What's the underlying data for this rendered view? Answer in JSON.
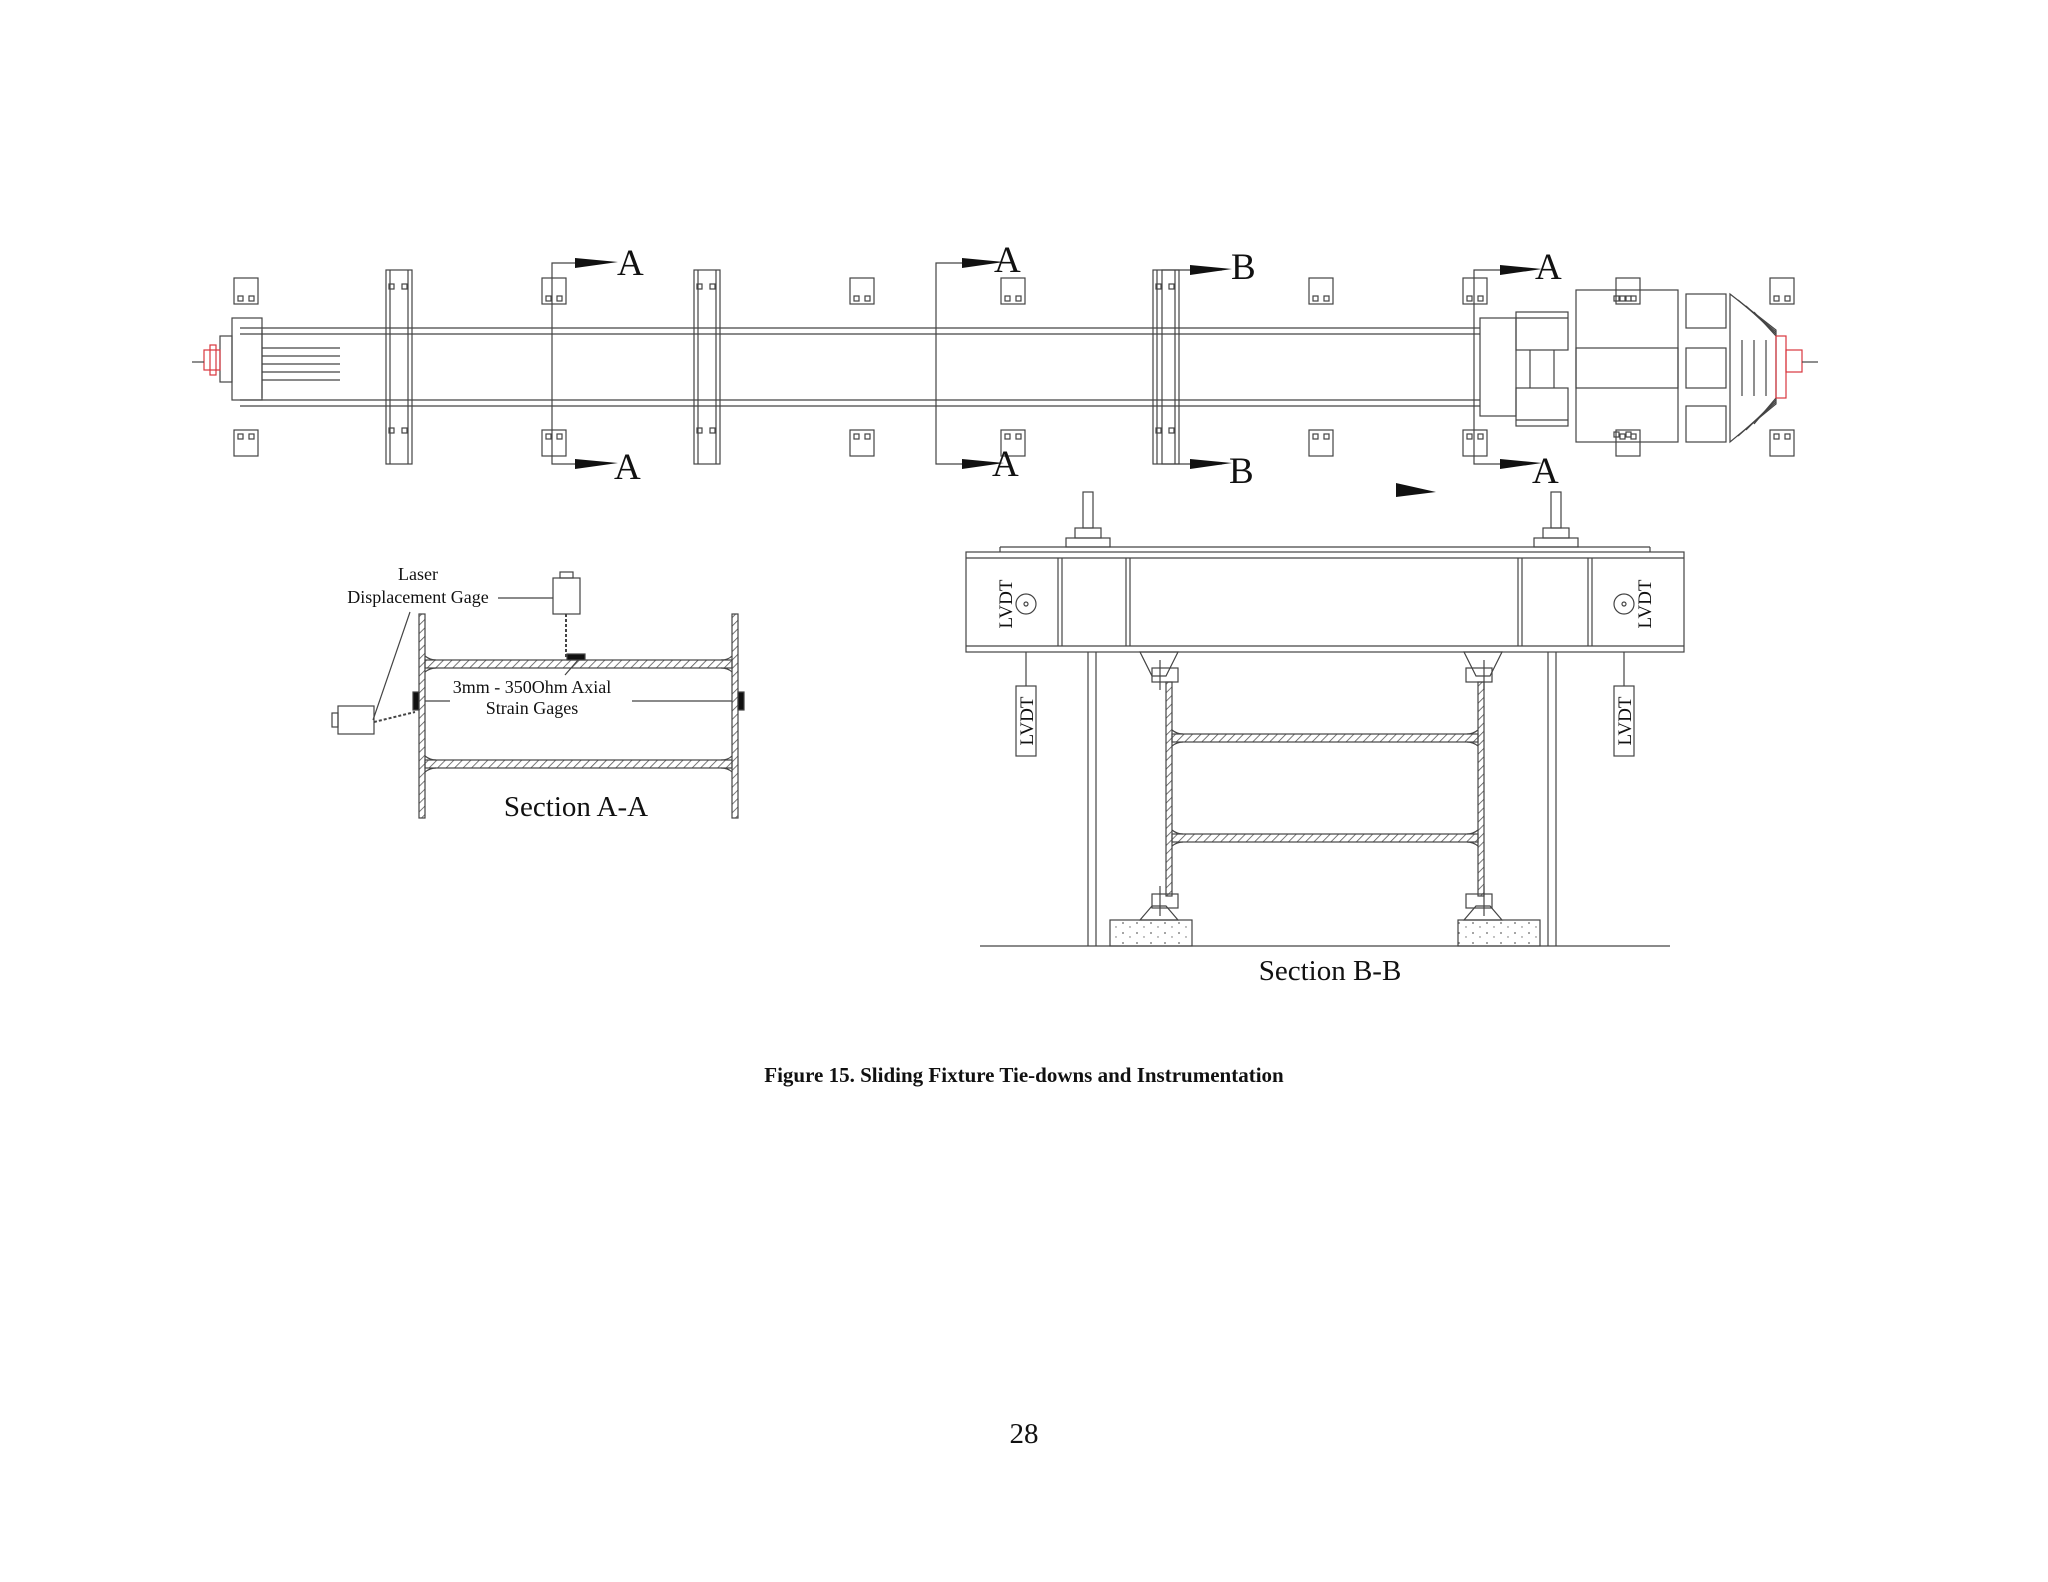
{
  "plan_view": {
    "cut_labels": [
      "A",
      "A",
      "A",
      "A",
      "A",
      "A",
      "B",
      "B"
    ]
  },
  "section_aa": {
    "title": "Section A-A",
    "laser_label_line1": "Laser",
    "laser_label_line2": "Displacement Gage",
    "strain_label_line1": "3mm - 350Ohm Axial",
    "strain_label_line2": "Strain Gages"
  },
  "section_bb": {
    "title": "Section B-B",
    "lvdt_label": "LVDT"
  },
  "caption": "Figure 15. Sliding Fixture Tie-downs and Instrumentation",
  "page_number": "28",
  "colors": {
    "line": "#444444",
    "hatch": "#555555",
    "accent_red": "#d9363e"
  }
}
